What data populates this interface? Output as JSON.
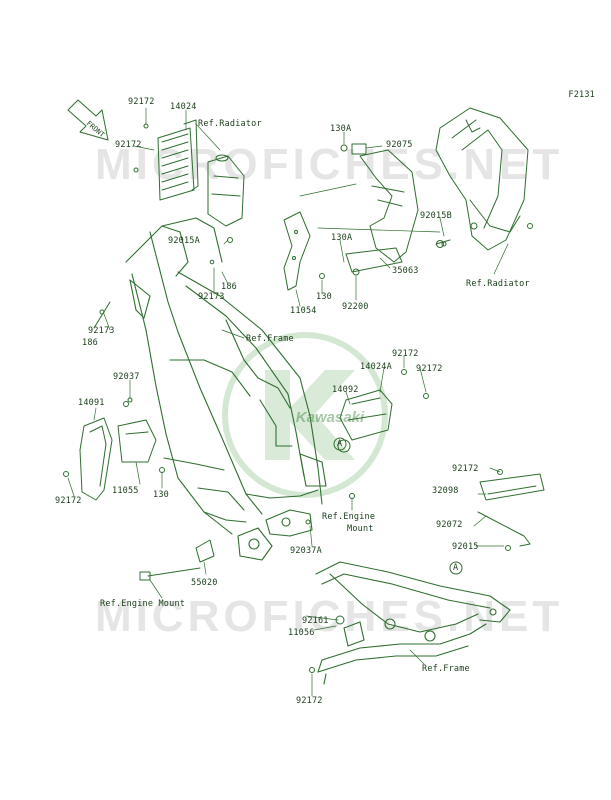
{
  "figure_code": "F2131",
  "direction_label": "FRONT",
  "watermark": {
    "text": "MICROFICHES.NET",
    "badge_text": "Kawasaki"
  },
  "callouts": [
    {
      "id": "c01",
      "text": "92172"
    },
    {
      "id": "c02",
      "text": "14024"
    },
    {
      "id": "c03",
      "text": "Ref.Radiator"
    },
    {
      "id": "c04",
      "text": "92172"
    },
    {
      "id": "c05",
      "text": "130A"
    },
    {
      "id": "c06",
      "text": "92075"
    },
    {
      "id": "c07",
      "text": "92015B"
    },
    {
      "id": "c08",
      "text": "130A"
    },
    {
      "id": "c09",
      "text": "92015A"
    },
    {
      "id": "c10",
      "text": "35063"
    },
    {
      "id": "c11",
      "text": "Ref.Radiator"
    },
    {
      "id": "c12",
      "text": "186"
    },
    {
      "id": "c13",
      "text": "92173"
    },
    {
      "id": "c14",
      "text": "130"
    },
    {
      "id": "c15",
      "text": "11054"
    },
    {
      "id": "c16",
      "text": "92200"
    },
    {
      "id": "c17",
      "text": "92173"
    },
    {
      "id": "c18",
      "text": "186"
    },
    {
      "id": "c19",
      "text": "Ref.Frame"
    },
    {
      "id": "c20",
      "text": "92172"
    },
    {
      "id": "c21",
      "text": "14024A"
    },
    {
      "id": "c22",
      "text": "92172"
    },
    {
      "id": "c23",
      "text": "92037"
    },
    {
      "id": "c24",
      "text": "14092"
    },
    {
      "id": "c25",
      "text": "14091"
    },
    {
      "id": "c26",
      "text": "A"
    },
    {
      "id": "c27",
      "text": "11055"
    },
    {
      "id": "c28",
      "text": "130"
    },
    {
      "id": "c29",
      "text": "92172"
    },
    {
      "id": "c30",
      "text": "Ref.Engine"
    },
    {
      "id": "c31",
      "text": "Mount"
    },
    {
      "id": "c32",
      "text": "92037A"
    },
    {
      "id": "c33",
      "text": "92172"
    },
    {
      "id": "c34",
      "text": "32098"
    },
    {
      "id": "c35",
      "text": "92072"
    },
    {
      "id": "c36",
      "text": "92015"
    },
    {
      "id": "c37",
      "text": "55020"
    },
    {
      "id": "c38",
      "text": "A"
    },
    {
      "id": "c39",
      "text": "Ref.Engine Mount"
    },
    {
      "id": "c40",
      "text": "92161"
    },
    {
      "id": "c41",
      "text": "11056"
    },
    {
      "id": "c42",
      "text": "Ref.Frame"
    },
    {
      "id": "c43",
      "text": "92172"
    }
  ]
}
